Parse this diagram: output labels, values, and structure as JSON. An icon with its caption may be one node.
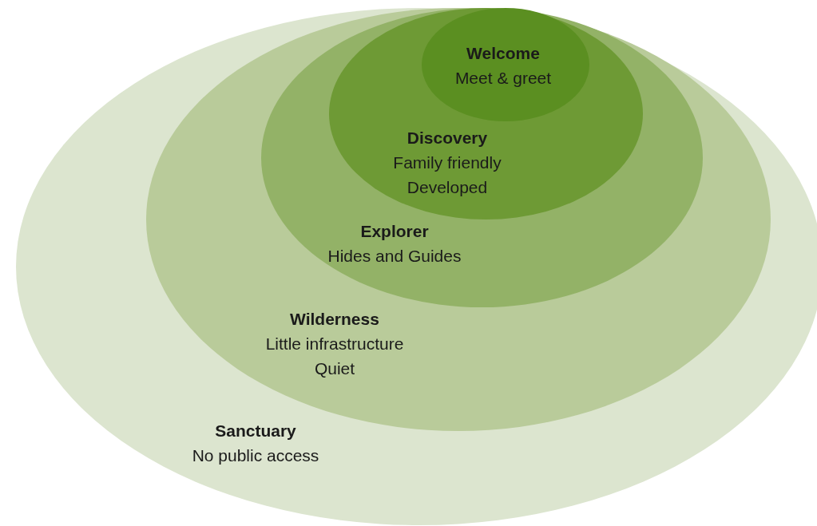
{
  "diagram": {
    "nodes": [
      {
        "text": [
          "Sanctuary",
          "No public access"
        ]
      },
      {
        "text": [
          "Wilderness",
          "Little infrastructure",
          "Quiet"
        ],
        "in": 0
      },
      {
        "text": [
          "Explorer",
          "Hides and Guides"
        ],
        "in": 1
      },
      {
        "text": [
          "Discovery",
          "Family friendly",
          "Developed"
        ],
        "in": 2
      },
      {
        "text": [
          "Welcome",
          "Meet & greet"
        ],
        "in": 3
      }
    ]
  }
}
